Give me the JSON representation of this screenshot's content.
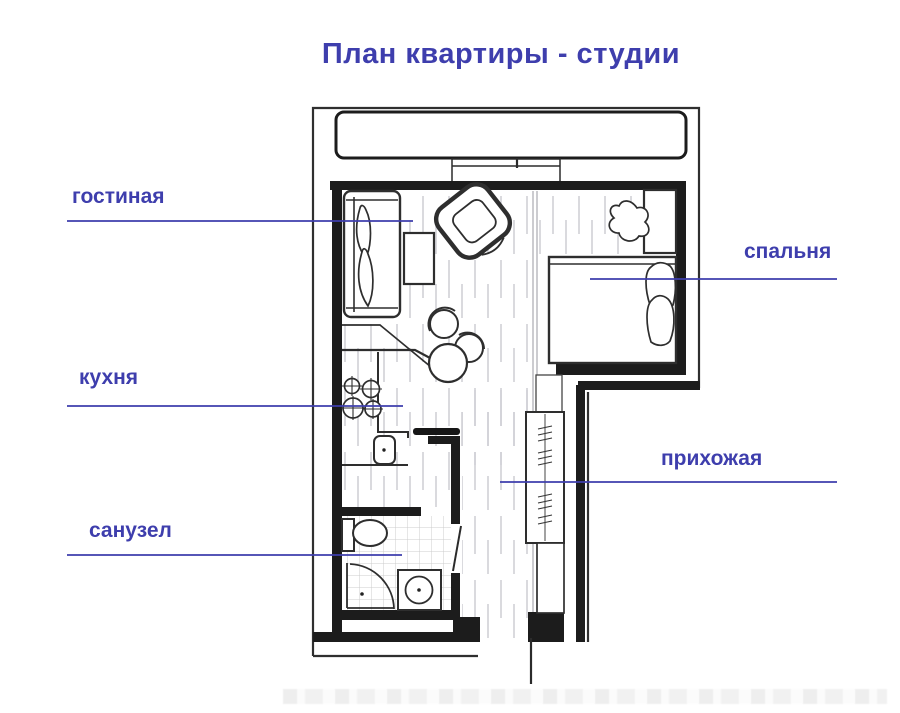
{
  "title": {
    "text": "План квартиры - студии"
  },
  "diagram": {
    "type": "apartment-floor-plan",
    "accent_color": "#3e3ead",
    "wall_color": "#1c1c1c",
    "rooms": [
      {
        "id": "living-room",
        "label": "гостиная",
        "label_side": "left"
      },
      {
        "id": "kitchen",
        "label": "кухня",
        "label_side": "left"
      },
      {
        "id": "bathroom",
        "label": "санузел",
        "label_side": "left"
      },
      {
        "id": "bedroom",
        "label": "спальня",
        "label_side": "right"
      },
      {
        "id": "hallway",
        "label": "прихожая",
        "label_side": "right"
      }
    ],
    "features": [
      "balcony",
      "window",
      "entrance-door",
      "bathroom-door"
    ],
    "furniture": [
      "sofa",
      "pillows",
      "coffee-table",
      "armchair",
      "dining-table",
      "chairs",
      "kitchen-counter",
      "stove",
      "cooker-hood",
      "sink",
      "bed",
      "pillow",
      "blanket",
      "desk",
      "desk-chair",
      "wardrobe",
      "shoe-cabinet",
      "toilet",
      "corner-shower",
      "washing-machine"
    ]
  }
}
